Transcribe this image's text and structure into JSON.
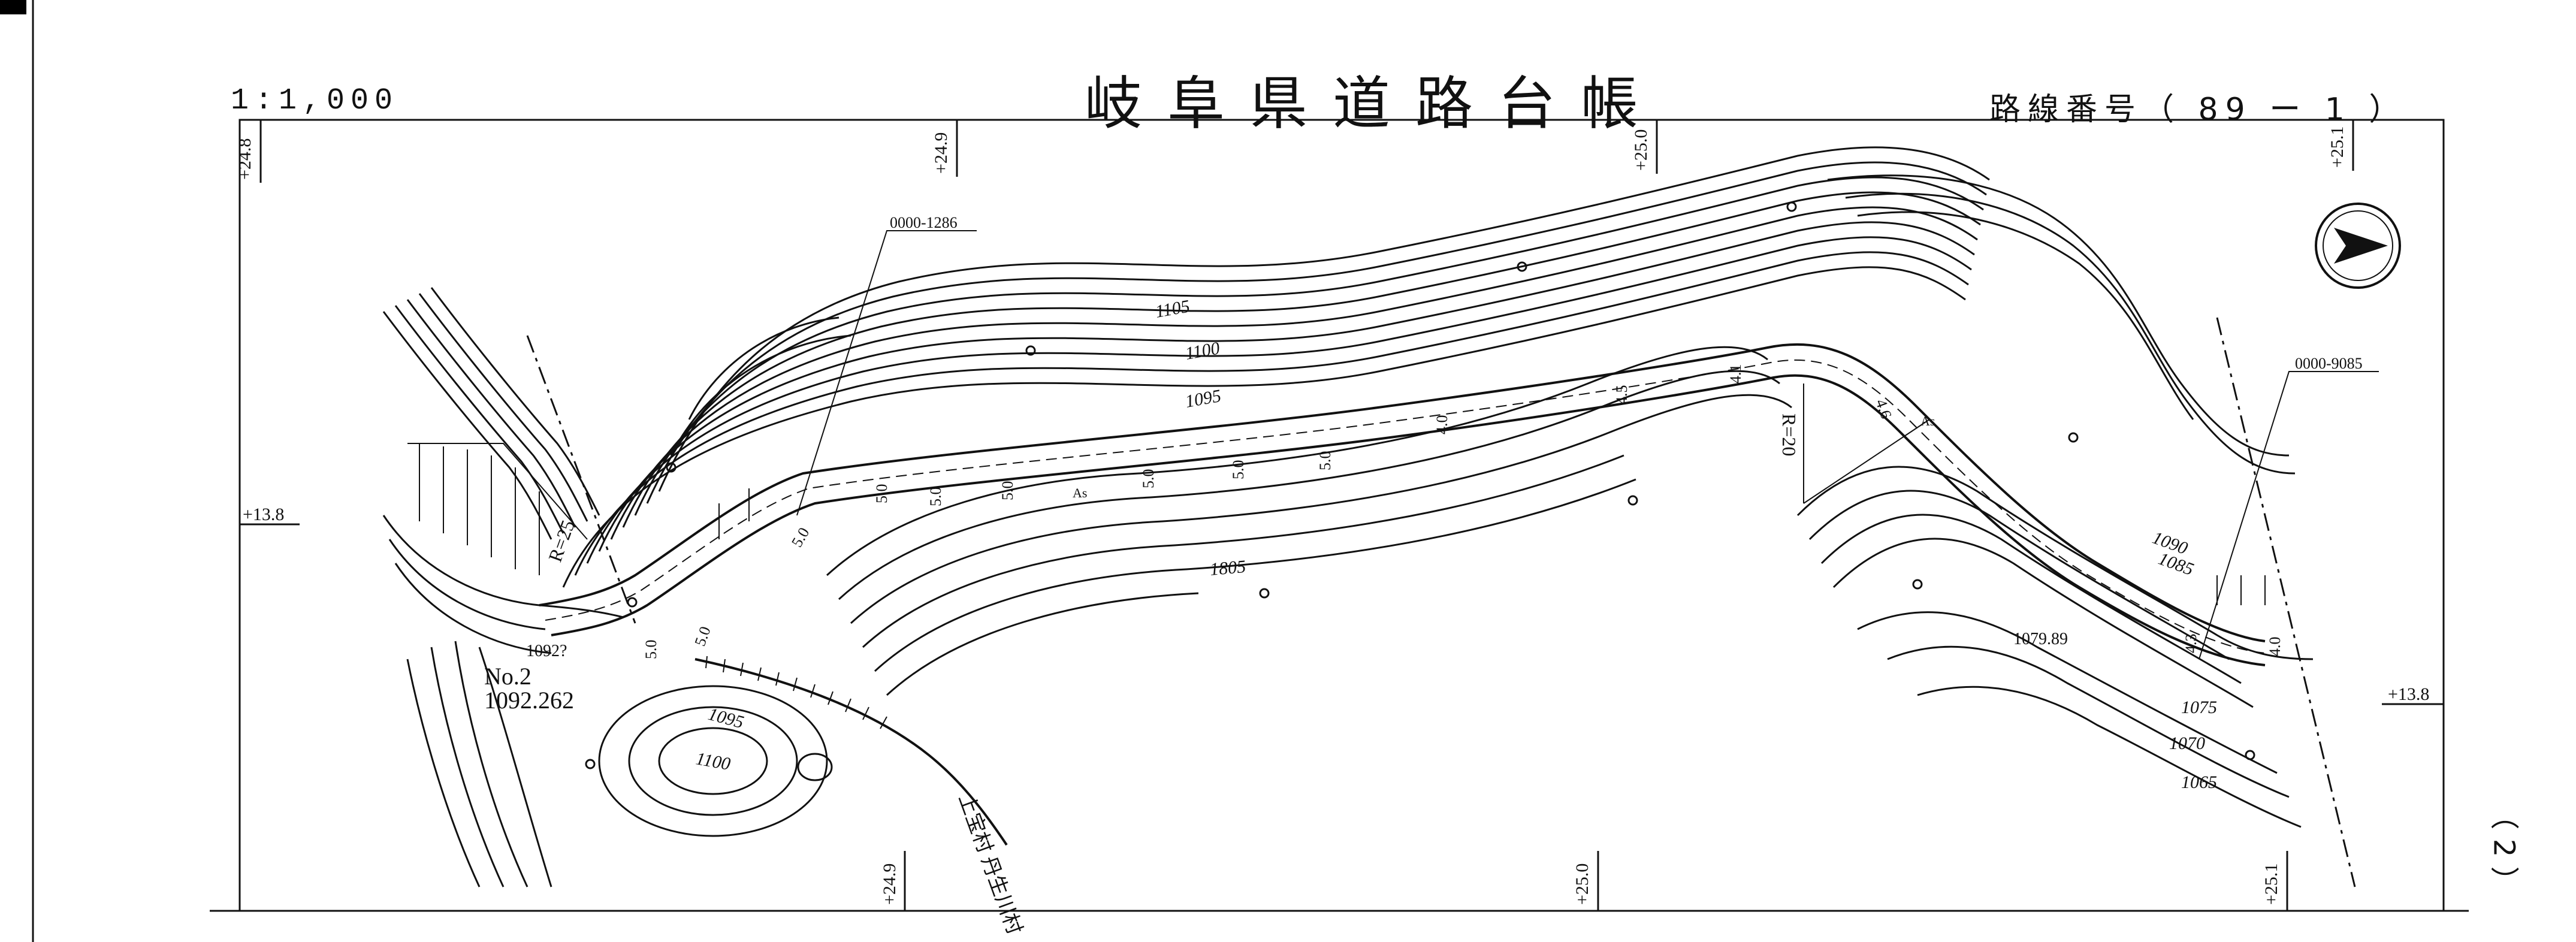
{
  "header": {
    "scale": "1:1,000",
    "title": "岐阜県道路台帳",
    "route_number": "路線番号（ 89 ー 1 ）"
  },
  "grid_labels": {
    "top": [
      "+24.8",
      "+24.9",
      "+25.0",
      "+25.1"
    ],
    "bottom": [
      "+24.9",
      "+25.0",
      "+25.1"
    ],
    "left": "+13.8",
    "right": "+13.8"
  },
  "reference_ids": [
    "0000-1286",
    "0000-9085"
  ],
  "contour_labels": [
    "1105",
    "1100",
    "1095",
    "1805",
    "1090",
    "1085",
    "1075",
    "1070",
    "1065",
    "1095",
    "1100"
  ],
  "road_widths": [
    "5.0",
    "5.0",
    "5.0",
    "5.0",
    "5.0",
    "5.0",
    "4.0",
    "4.5",
    "4.1",
    "4.6",
    "4.3",
    "4.0",
    "5.0",
    "5.0",
    "5.0"
  ],
  "surface_labels": [
    "As",
    "As"
  ],
  "station": {
    "name": "No.2",
    "elevation": "1092.262",
    "spot_elevation": "1092?"
  },
  "curve_labels": [
    "R=25",
    "R=20"
  ],
  "spot_heights": [
    "1079.89"
  ],
  "boundary_label": "上宝村 丹生川村",
  "sheet_number": "（ 2 ）",
  "colors": {
    "ink": "#111111",
    "frame": "#222222"
  }
}
